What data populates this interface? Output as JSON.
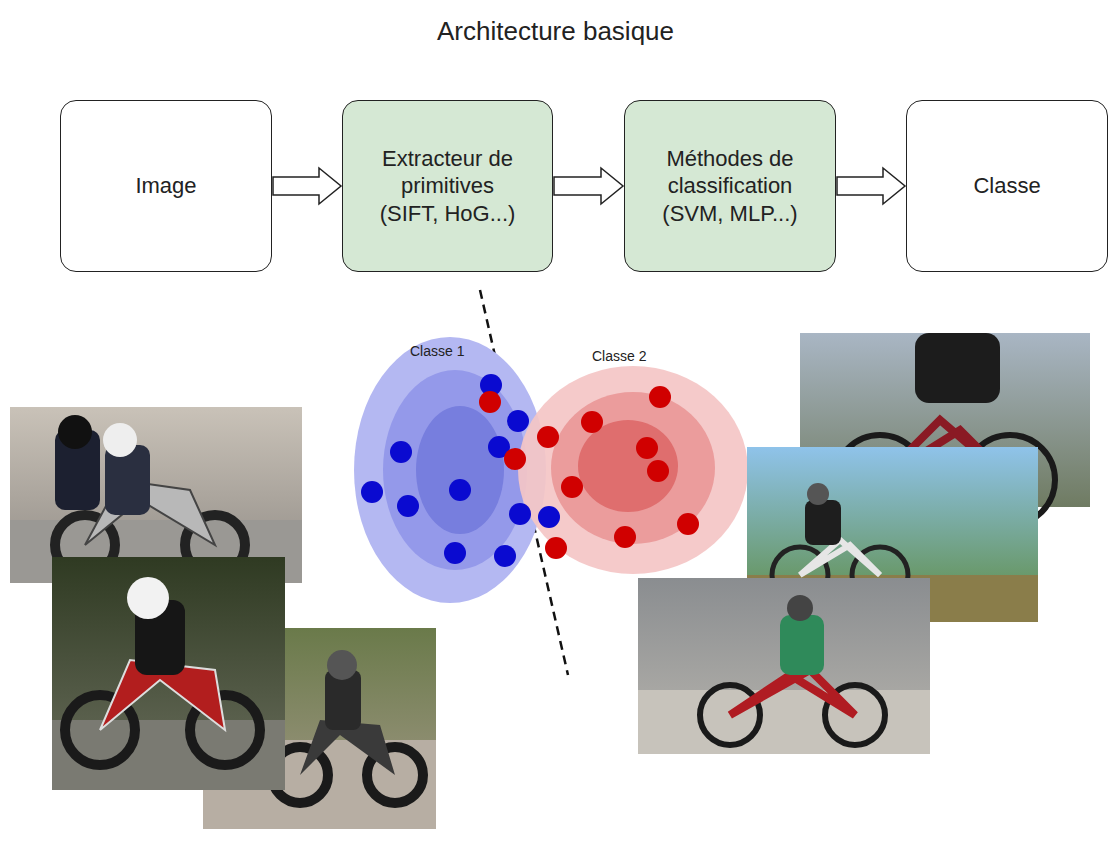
{
  "diagram": {
    "title": "Architecture basique",
    "nodes": [
      {
        "text": [
          "Image"
        ]
      },
      {
        "text": [
          "Extracteur de primitives (SIFT, HoG...)"
        ]
      },
      {
        "text": [
          "Méthodes de classification (SVM, MLP...)"
        ]
      },
      {
        "text": [
          "Classe"
        ]
      }
    ],
    "edges": [
      {
        "from": 0,
        "to": 1,
        "arrow": "to"
      },
      {
        "from": 1,
        "to": 2,
        "arrow": "to"
      },
      {
        "from": 2,
        "to": 3,
        "arrow": "to"
      }
    ],
    "labels": [
      "Classe 1",
      "Classe 2"
    ]
  }
}
